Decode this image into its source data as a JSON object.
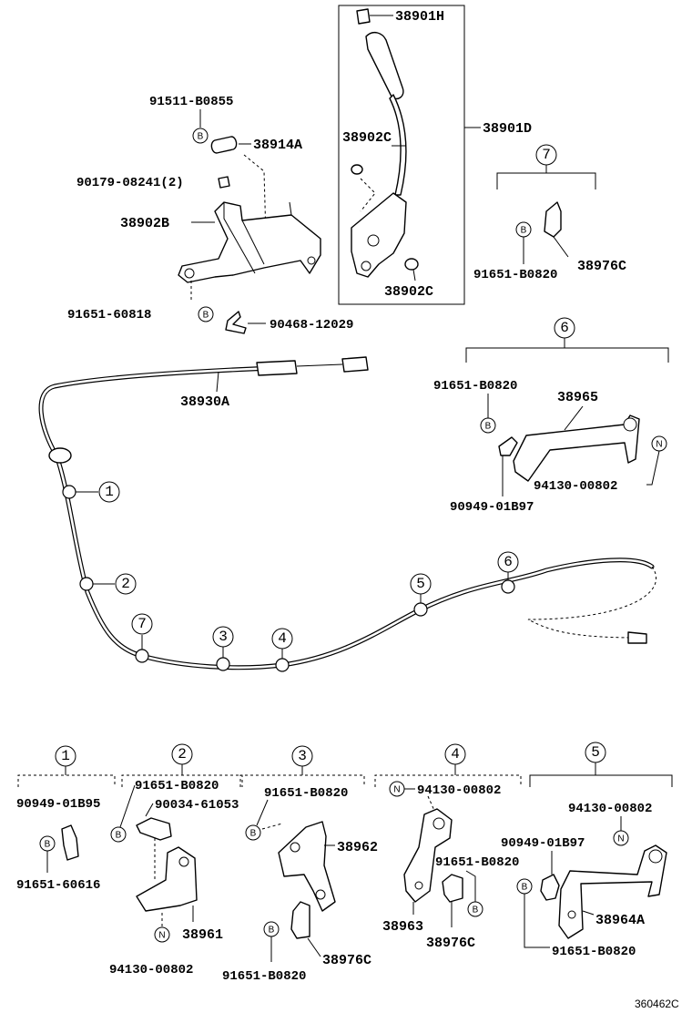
{
  "parts": {
    "p38901H": "38901H",
    "p38901D": "38901D",
    "p38902C_a": "38902C",
    "p38902C_b": "38902C",
    "p91511": "91511-B0855",
    "p38914A": "38914A",
    "p90179": "90179-08241(2)",
    "p38902B": "38902B",
    "p91651_60818": "91651-60818",
    "p90468": "90468-12029",
    "p38930A": "38930A",
    "g7_bolt": "91651-B0820",
    "g7_clamp": "38976C",
    "g6_bolt": "91651-B0820",
    "g6_bracket": "38965",
    "g6_nut": "94130-00802",
    "g6_clip": "90949-01B97",
    "b1_clip": "90949-01B95",
    "b1_bolt": "91651-60616",
    "b2_bolt": "91651-B0820",
    "b2_clamp": "90034-61053",
    "b2_bracket": "38961",
    "b2_nut": "94130-00802",
    "b3_bolt_top": "91651-B0820",
    "b3_bracket": "38962",
    "b3_bolt_bottom": "91651-B0820",
    "b3_clamp": "38976C",
    "b4_nut": "94130-00802",
    "b4_bolt": "91651-B0820",
    "b4_bracket": "38963",
    "b4_clamp": "38976C",
    "b5_nut": "94130-00802",
    "b5_clip": "90949-01B97",
    "b5_bolt": "91651-B0820",
    "b5_bracket": "38964A"
  },
  "markers": {
    "bolt": "B",
    "nut": "N"
  },
  "callouts": {
    "c1": "1",
    "c2": "2",
    "c3": "3",
    "c4": "4",
    "c5": "5",
    "c6": "6",
    "c7": "7"
  },
  "footer": {
    "figure_number": "360462C"
  }
}
